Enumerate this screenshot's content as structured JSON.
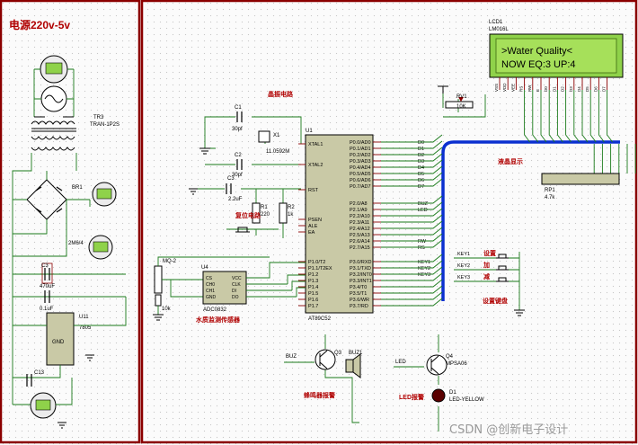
{
  "colors": {
    "frame": "#8b0000",
    "wire": "#1a7a1a",
    "bus": "#0a2fd0",
    "ic": "#c9c9a6",
    "lcd_bg": "#8fd24a",
    "lcd_text": "#1c3a00",
    "meter": "#8fd24a"
  },
  "power": {
    "title": "电源220v-5v",
    "transformer_ref": "TR3",
    "transformer_val": "TRAN-1P2S",
    "bridge_ref": "BR1",
    "cap_big": "470uF",
    "cap_small": "0.1uF",
    "reg_ref": "U11",
    "reg_val": "7805",
    "reg_gnd": "GND",
    "cap_c13": "C13",
    "cap_c3": "C3"
  },
  "crystal": {
    "title": "晶振电路",
    "c1": "C1",
    "c1_val": "30pf",
    "c2": "C2",
    "c2_val": "30pf",
    "x1": "X1",
    "x1_val": "11.0592M",
    "c3": "C3",
    "c3_val": "2.2uF",
    "r1": "R1",
    "r1_val": "220",
    "r2": "R2",
    "r2_val": "1k",
    "reset_label": "复位电路"
  },
  "mcu": {
    "ref": "U1",
    "name": "AT89C52",
    "left_pins": [
      "XTAL1",
      "XTAL2",
      "RST",
      "PSEN",
      "ALE",
      "EA",
      "P1.0/T2",
      "P1.1/T2EX",
      "P1.2",
      "P1.3",
      "P1.4",
      "P1.5",
      "P1.6",
      "P1.7"
    ],
    "right_pins": [
      "P0.0/AD0",
      "P0.1/AD1",
      "P0.2/AD2",
      "P0.3/AD3",
      "P0.4/AD4",
      "P0.5/AD5",
      "P0.6/AD6",
      "P0.7/AD7",
      "P2.0/A8",
      "P2.1/A9",
      "P2.2/A10",
      "P2.3/A11",
      "P2.4/A12",
      "P2.5/A13",
      "P2.6/A14",
      "P2.7/A15",
      "P3.0/RXD",
      "P3.1/TXD",
      "P3.2/INT0",
      "P3.3/INT1",
      "P3.4/T0",
      "P3.5/T1",
      "P3.6/WR",
      "P3.7/RD"
    ],
    "port0_nets": [
      "D0",
      "D1",
      "D2",
      "D3",
      "D4",
      "D5",
      "D6",
      "D7"
    ],
    "port2_nets": [
      "BUZ",
      "LED",
      "",
      "",
      "",
      "",
      "RW",
      "RS"
    ],
    "port3_nets": [
      "KEY1",
      "KEY2",
      "KEY3",
      "",
      "",
      "",
      "",
      ""
    ]
  },
  "lcd": {
    "ref": "LCD1",
    "model": "LM016L",
    "line1": ">Water Quality<",
    "line2": "NOW EQ:3  UP:4",
    "pins": [
      "VSS",
      "VDD",
      "VEE",
      "RS",
      "RW",
      "E",
      "D0",
      "D1",
      "D2",
      "D3",
      "D4",
      "D5",
      "D6",
      "D7"
    ],
    "rv_ref": "RV1",
    "rv_val": "10K",
    "display_label": "液晶显示",
    "rp_ref": "RP1",
    "rp_val": "4.7k"
  },
  "adc": {
    "ref": "U4",
    "name": "ADC0832",
    "sensor": "MQ-2",
    "res_val": "10k",
    "pins_left": [
      "CS",
      "CH0",
      "CH1",
      "GND"
    ],
    "pins_right": [
      "VCC",
      "CLK",
      "DI",
      "DO"
    ],
    "label": "水质监测传感器"
  },
  "keys": {
    "k1": "KEY1",
    "k2": "KEY2",
    "k3": "KEY3",
    "l1": "设置",
    "l2": "加",
    "l3": "减",
    "group_label": "设置键盘"
  },
  "buzzer": {
    "net": "BUZ",
    "q": "Q3",
    "ref": "BUZ1",
    "label": "蜂鸣器报警"
  },
  "led": {
    "net": "LED",
    "q": "Q4",
    "q_val": "MPSA06",
    "ref": "D1",
    "val": "LED-YELLOW",
    "label": "LED报警"
  },
  "watermark": "CSDN @创新电子设计"
}
